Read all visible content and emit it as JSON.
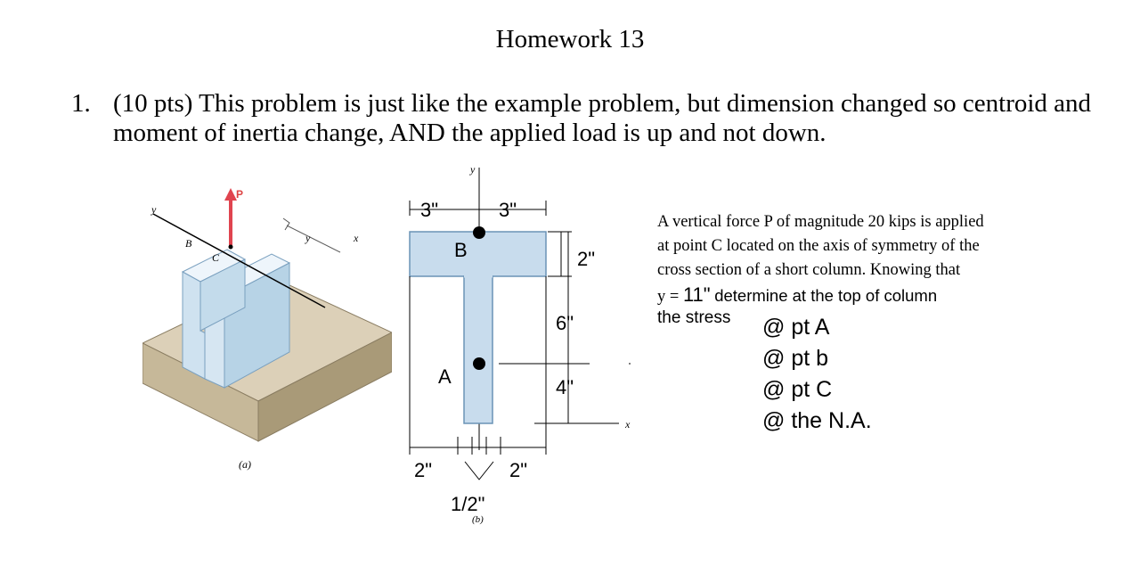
{
  "title": "Homework 13",
  "problem": {
    "number": "1.",
    "text": "(10 pts) This problem is just like the example problem, but dimension changed so centroid and moment of inertia change, AND the applied load is up and not down."
  },
  "figure_a": {
    "labels": {
      "y_left": "y",
      "P": "P",
      "B": "B",
      "C": "C",
      "y_mid": "y",
      "x": "x",
      "caption": "(a)"
    }
  },
  "figure_b": {
    "labels": {
      "y_top": "y",
      "dim_left": "3\"",
      "dim_right": "3\"",
      "B": "B",
      "dim_flange": "2\"",
      "dim_6": "6\"",
      "A": "A",
      "dim_4": "4\"",
      "x": "x",
      "dim_bottom_left": "2\"",
      "dim_bottom_right": "2\"",
      "dim_web": "1/2\"",
      "caption": "(b)"
    }
  },
  "side_text": {
    "line1": "A vertical force P of magnitude 20 kips is applied",
    "line2": "at point C located on the axis of symmetry of the",
    "line3": "cross section of a short column. Knowing that",
    "line4_y": "y =",
    "line4_val": "11\"",
    "line4_rest": "determine at the top of column",
    "line5": "the stress"
  },
  "asks": [
    "@ pt A",
    "@ pt b",
    "@ pt C",
    "@ the N.A."
  ],
  "colors": {
    "block_face": "#dce9f4",
    "block_side": "#b7d3e6",
    "base_top": "#dcd0b8",
    "base_side": "#b7a987",
    "arrow": "#e0444f"
  }
}
